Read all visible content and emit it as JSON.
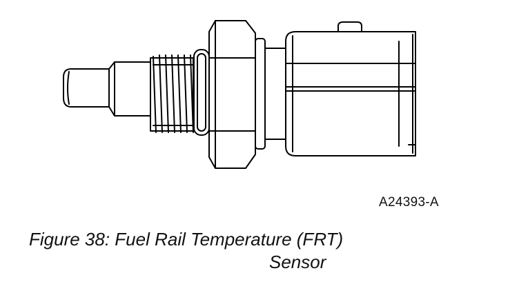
{
  "figure": {
    "part_number": "A24393-A",
    "caption_line1": "Figure 38: Fuel Rail Temperature (FRT)",
    "caption_line2": "Sensor"
  },
  "illustration": {
    "subject": "fuel-rail-temperature-sensor",
    "line_color": "#000000",
    "background": "#ffffff"
  }
}
